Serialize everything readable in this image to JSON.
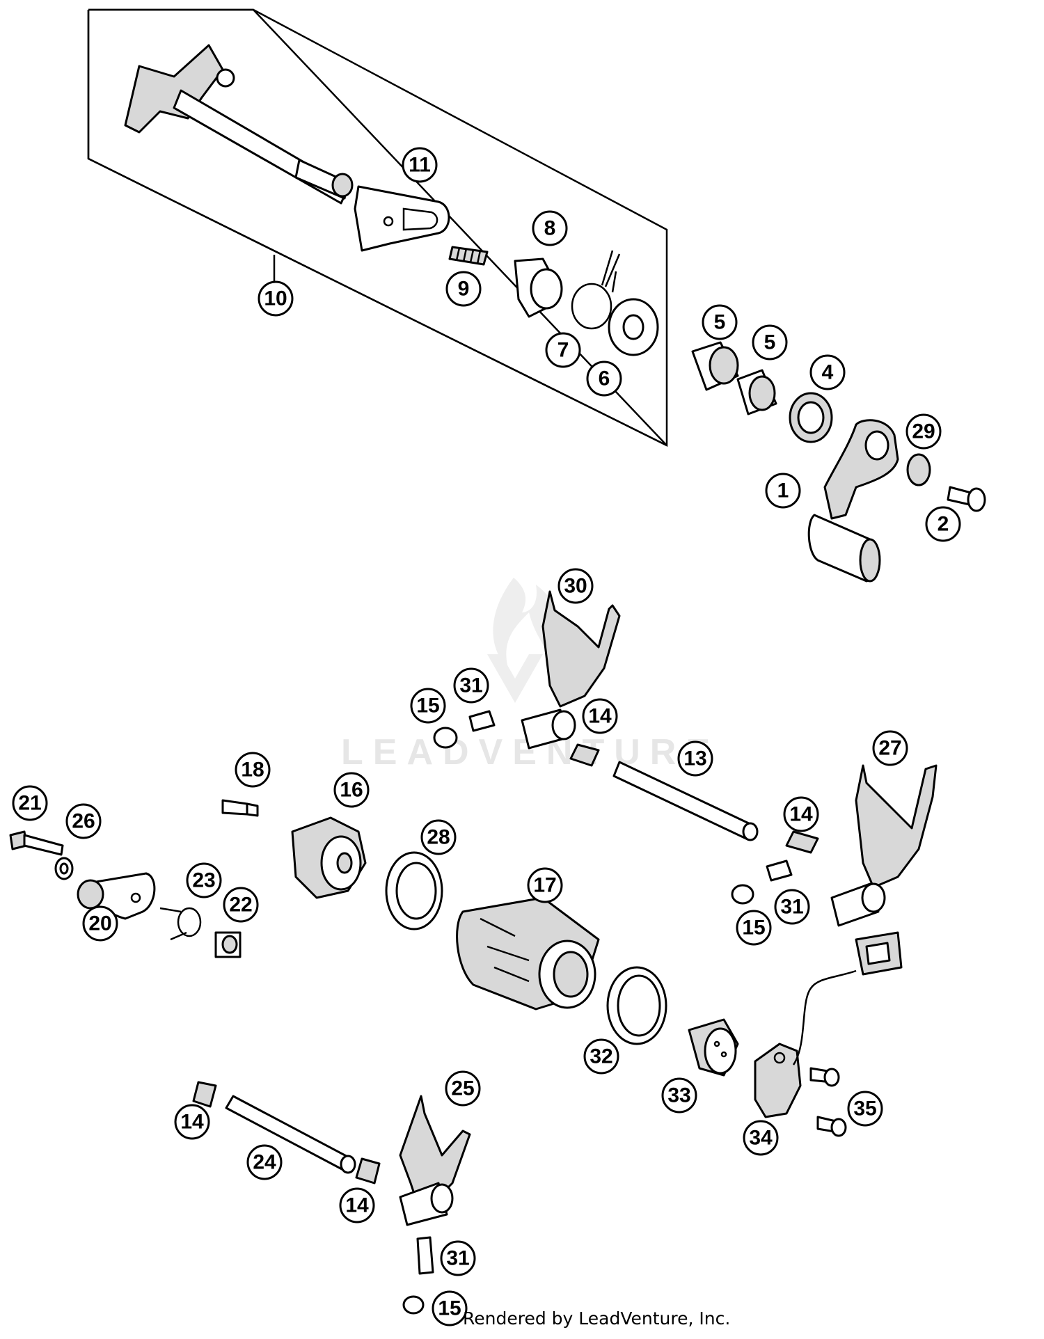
{
  "watermark": "LEADVENTURE",
  "footer": "Rendered by LeadVenture, Inc.",
  "callouts": [
    {
      "id": "c1",
      "label": "1"
    },
    {
      "id": "c2",
      "label": "2"
    },
    {
      "id": "c4",
      "label": "4"
    },
    {
      "id": "c5a",
      "label": "5"
    },
    {
      "id": "c5b",
      "label": "5"
    },
    {
      "id": "c6",
      "label": "6"
    },
    {
      "id": "c7",
      "label": "7"
    },
    {
      "id": "c8",
      "label": "8"
    },
    {
      "id": "c9",
      "label": "9"
    },
    {
      "id": "c10",
      "label": "10"
    },
    {
      "id": "c11",
      "label": "11"
    },
    {
      "id": "c13",
      "label": "13"
    },
    {
      "id": "c14a",
      "label": "14"
    },
    {
      "id": "c14b",
      "label": "14"
    },
    {
      "id": "c14c",
      "label": "14"
    },
    {
      "id": "c14d",
      "label": "14"
    },
    {
      "id": "c15a",
      "label": "15"
    },
    {
      "id": "c15b",
      "label": "15"
    },
    {
      "id": "c15c",
      "label": "15"
    },
    {
      "id": "c16",
      "label": "16"
    },
    {
      "id": "c17",
      "label": "17"
    },
    {
      "id": "c18",
      "label": "18"
    },
    {
      "id": "c20",
      "label": "20"
    },
    {
      "id": "c21",
      "label": "21"
    },
    {
      "id": "c22",
      "label": "22"
    },
    {
      "id": "c23",
      "label": "23"
    },
    {
      "id": "c24",
      "label": "24"
    },
    {
      "id": "c25",
      "label": "25"
    },
    {
      "id": "c26",
      "label": "26"
    },
    {
      "id": "c27",
      "label": "27"
    },
    {
      "id": "c28",
      "label": "28"
    },
    {
      "id": "c29",
      "label": "29"
    },
    {
      "id": "c30",
      "label": "30"
    },
    {
      "id": "c31a",
      "label": "31"
    },
    {
      "id": "c31b",
      "label": "31"
    },
    {
      "id": "c31c",
      "label": "31"
    },
    {
      "id": "c32",
      "label": "32"
    },
    {
      "id": "c33",
      "label": "33"
    },
    {
      "id": "c34",
      "label": "34"
    },
    {
      "id": "c35",
      "label": "35"
    }
  ]
}
